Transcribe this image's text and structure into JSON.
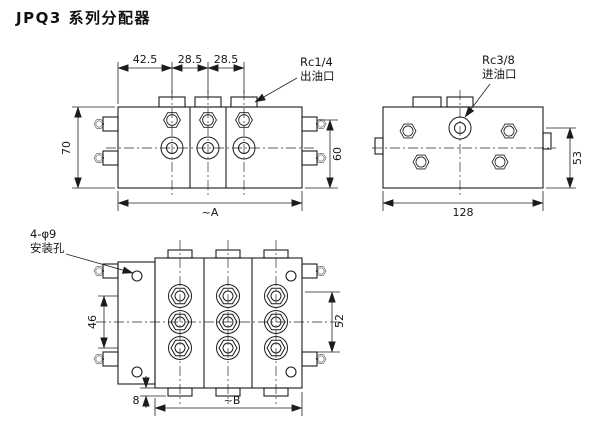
{
  "title": "JPQ3 系列分配器",
  "colors": {
    "line": "#1c1c1c",
    "background": "#ffffff"
  },
  "front_view": {
    "dim_42_5": "42.5",
    "dim_28_5_a": "28.5",
    "dim_28_5_b": "28.5",
    "dim_height_left": "70",
    "dim_height_right": "60",
    "dim_width": "~A",
    "outlet_label_line1": "Rc1/4",
    "outlet_label_line2": "出油口"
  },
  "side_view": {
    "inlet_label_line1": "Rc3/8",
    "inlet_label_line2": "进油口",
    "dim_width": "128",
    "dim_height": "53"
  },
  "plan_view": {
    "holes_label_line1": "4-φ9",
    "holes_label_line2": "安装孔",
    "dim_rows_left": "46",
    "dim_rows_right": "52",
    "dim_width": "~B",
    "dim_boss": "8"
  }
}
